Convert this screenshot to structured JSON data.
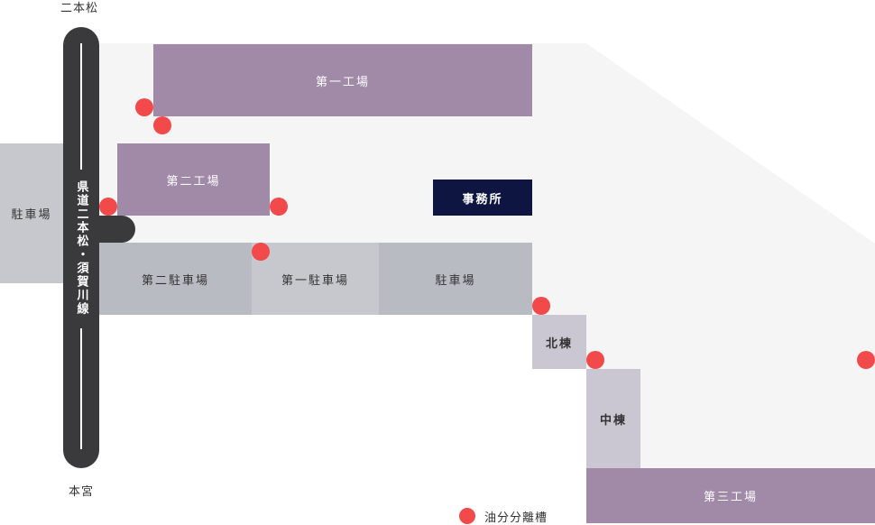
{
  "places": {
    "top": "二本松",
    "bottom": "本宮"
  },
  "road": {
    "name": "県道二本松・須賀川線"
  },
  "areas": {
    "factory1": "第一工場",
    "factory2": "第二工場",
    "factory3": "第三工場",
    "office": "事務所",
    "parking_west": "駐車場",
    "parking2": "第二駐車場",
    "parking1": "第一駐車場",
    "parking_main": "駐車場",
    "north_building": "北棟",
    "center_building": "中棟"
  },
  "legend": {
    "oil_separator": "油分分離槽"
  },
  "colors": {
    "factory": "#a08aa8",
    "parking": "#b8bbc2",
    "office": "#0e1540",
    "oil_separator": "#f24a4a",
    "road": "#3a3a3c"
  }
}
